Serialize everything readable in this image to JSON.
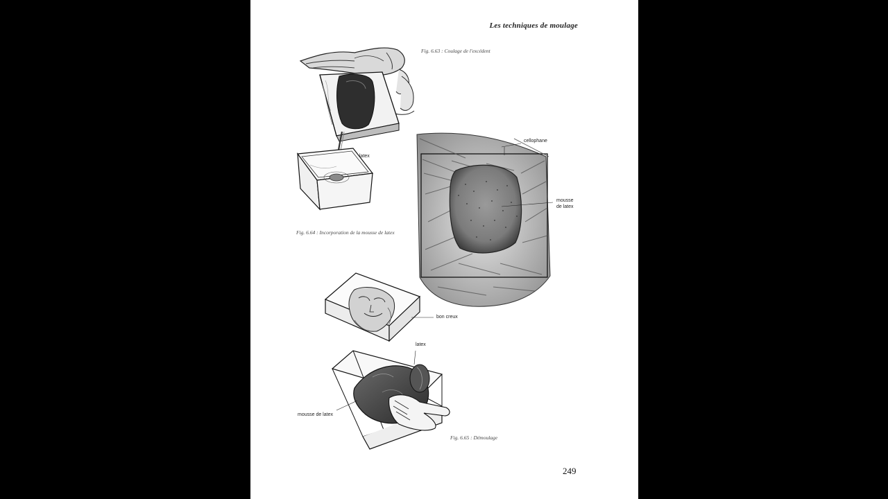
{
  "header": {
    "title": "Les techniques de moulage"
  },
  "figures": [
    {
      "id": "fig-6-63",
      "caption": "Fig. 6.63 : Coulage de l'excédent",
      "labels": [
        "latex"
      ]
    },
    {
      "id": "fig-6-64",
      "caption": "Fig. 6.64 : Incorporation de la mousse de latex",
      "labels": [
        "cellophane",
        "mousse",
        "de latex"
      ]
    },
    {
      "id": "fig-6-65",
      "caption": "Fig. 6.65 : Démoulage",
      "labels": [
        "bon creux",
        "latex",
        "mousse de latex"
      ]
    }
  ],
  "footer": {
    "page_number": "249"
  }
}
